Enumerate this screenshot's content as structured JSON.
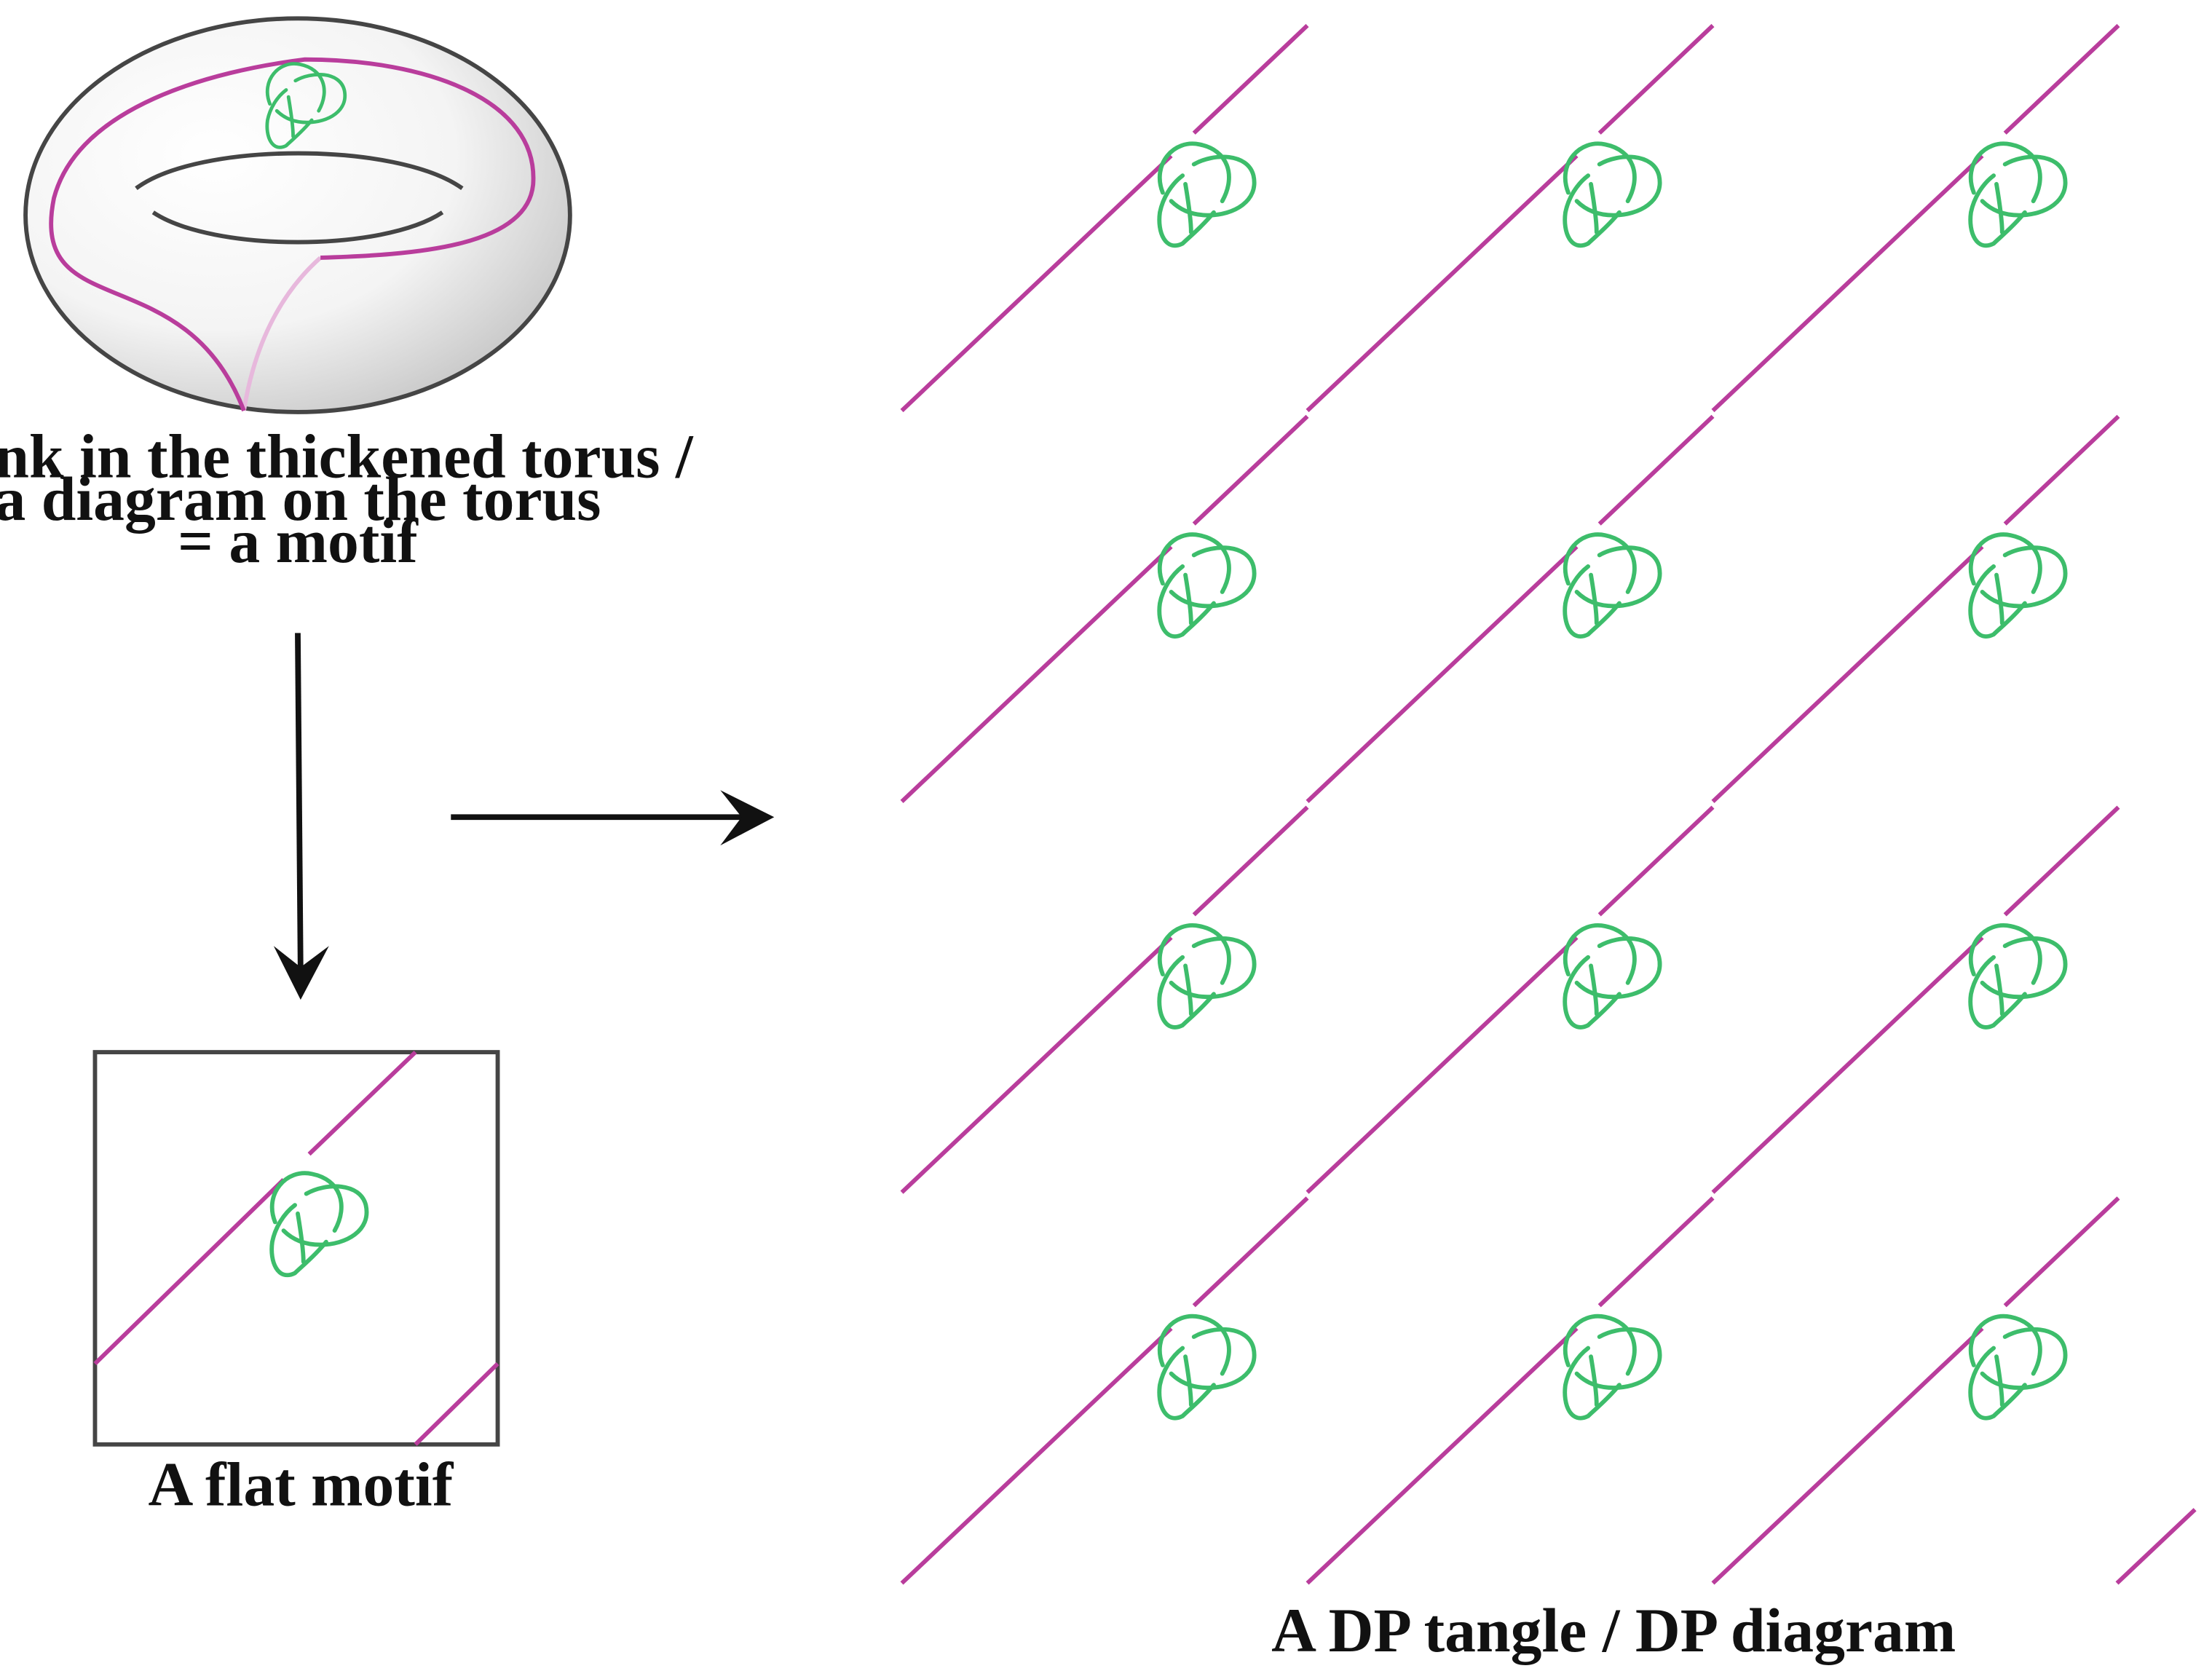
{
  "captions": {
    "torus_line1": "A link in the thickened torus /",
    "torus_line2": "a diagram on the torus",
    "torus_line3": "= a motif",
    "flat_motif": "A flat motif",
    "dp_tangle": "A DP tangle / DP diagram"
  },
  "colors": {
    "background": "#ffffff",
    "magenta_curve": "#b93d9c",
    "green_knot": "#3dbd6b",
    "outline": "#454545",
    "arrow": "#111111"
  },
  "pattern": {
    "rows": 4,
    "columns": 3,
    "knot": "trefoil"
  }
}
